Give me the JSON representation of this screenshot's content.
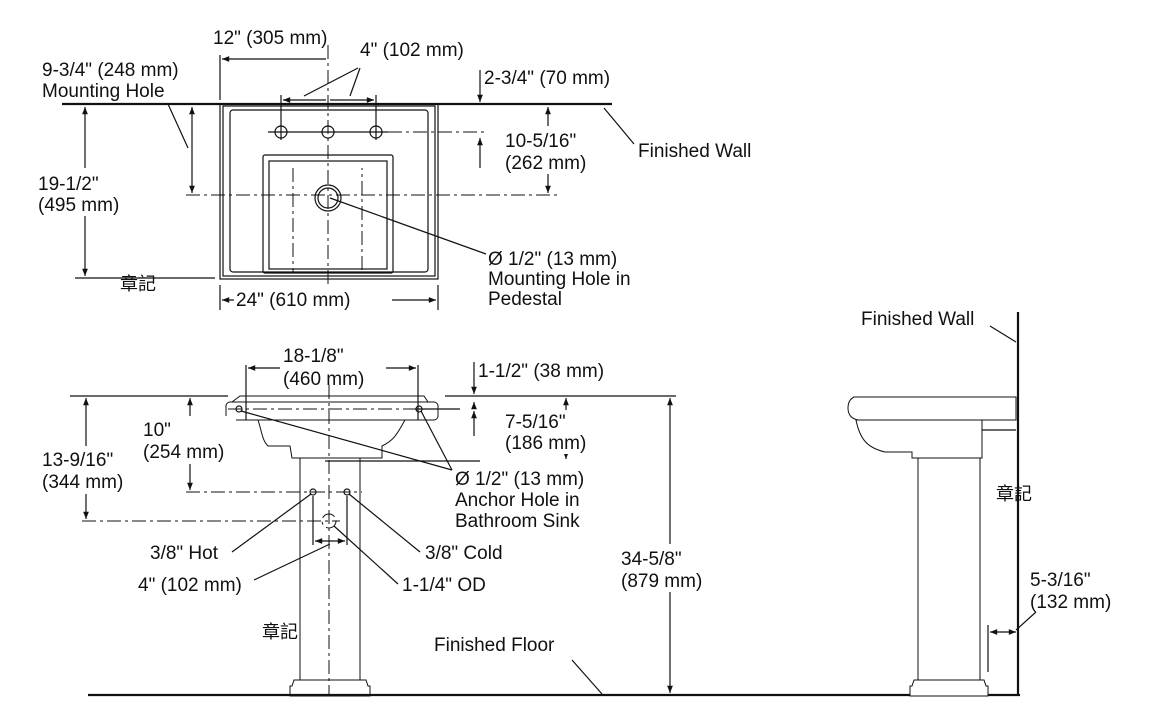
{
  "top_view": {
    "width_12": "12\" (305 mm)",
    "spacing_4": "4\" (102 mm)",
    "mount_hole_dim": "9-3/4\" (248 mm)",
    "mount_hole_label": "Mounting Hole",
    "setback": "2-3/4\" (70 mm)",
    "depth_line1": "19-1/2\"",
    "depth_line2": "(495 mm)",
    "hole_depth_line1": "10-5/16\"",
    "hole_depth_line2": "(262 mm)",
    "finished_wall": "Finished Wall",
    "width_24": "24\" (610 mm)",
    "pedestal_hole_line1": "Ø 1/2\" (13 mm)",
    "pedestal_hole_line2": "Mounting Hole in",
    "pedestal_hole_line3": "Pedestal",
    "mark": "章記"
  },
  "front_view": {
    "anchor_span_line1": "18-1/8\"",
    "anchor_span_line2": "(460 mm)",
    "rim": "1-1/2\" (38 mm)",
    "anchor_drop_line1": "7-5/16\"",
    "anchor_drop_line2": "(186 mm)",
    "supply_line1": "10\"",
    "supply_line2": "(254 mm)",
    "drain_line1": "13-9/16\"",
    "drain_line2": "(344 mm)",
    "anchor_line1": "Ø 1/2\" (13 mm)",
    "anchor_line2": "Anchor Hole in",
    "anchor_line3": "Bathroom Sink",
    "hot": "3/8\" Hot",
    "cold": "3/8\" Cold",
    "supply_spacing": "4\" (102 mm)",
    "od": "1-1/4\" OD",
    "height_line1": "34-5/8\"",
    "height_line2": "(879 mm)",
    "finished_floor": "Finished Floor",
    "mark": "章記"
  },
  "side_view": {
    "finished_wall": "Finished Wall",
    "base_line1": "5-3/16\"",
    "base_line2": "(132 mm)",
    "mark": "章記"
  }
}
